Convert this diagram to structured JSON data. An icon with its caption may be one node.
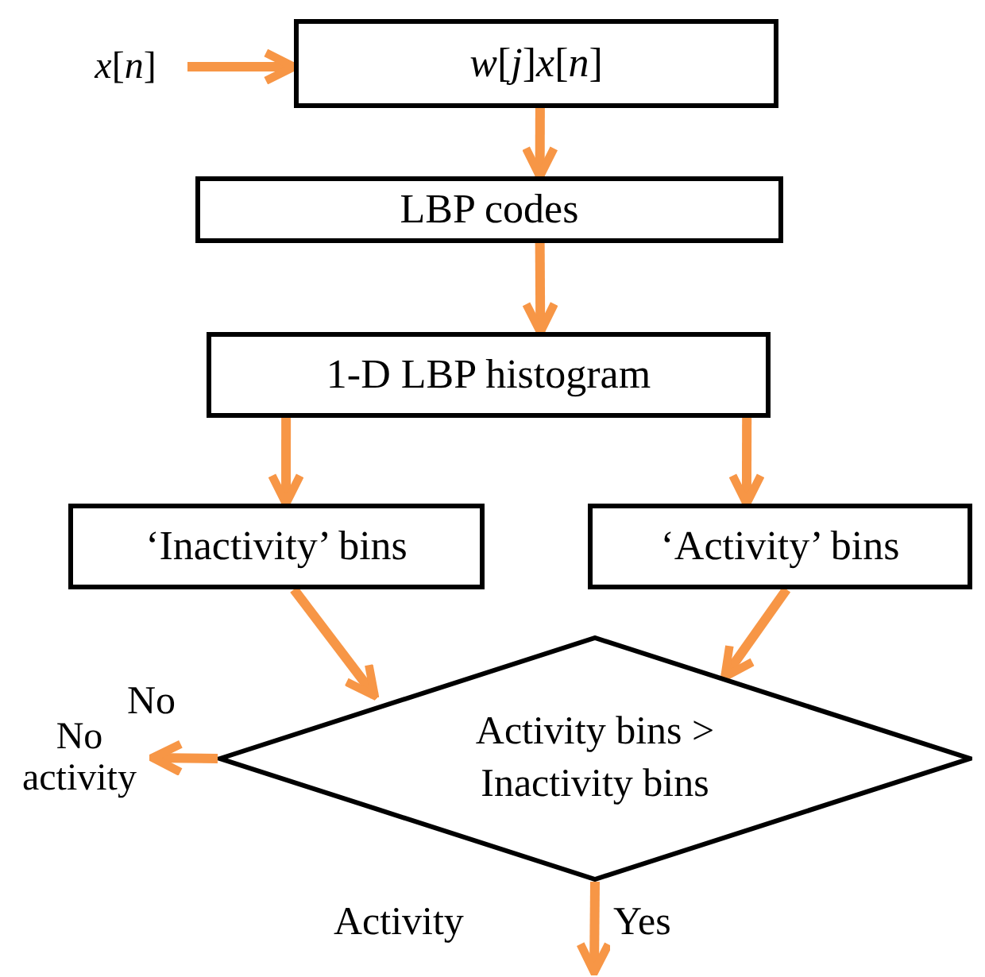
{
  "diagram": {
    "nodes": [
      {
        "text": [
          "*x*[*n*]"
        ]
      },
      {
        "text": [
          "*w*[*j*]*x*[*n*]"
        ]
      },
      {
        "text": [
          "LBP codes"
        ]
      },
      {
        "text": [
          "1-D LBP histogram"
        ]
      },
      {
        "text": [
          "‘Inactivity’ bins"
        ]
      },
      {
        "text": [
          "‘Activity’ bins"
        ]
      },
      {
        "text": [
          "Activity bins > Inactivity bins"
        ]
      },
      {
        "text": [
          "No activity"
        ]
      }
    ],
    "edges": [
      {
        "from": 0,
        "to": 1,
        "arrow": "to"
      },
      {
        "from": 1,
        "to": 2,
        "arrow": "to"
      },
      {
        "from": 2,
        "to": 3,
        "arrow": "to"
      },
      {
        "from": 3,
        "to": 4,
        "arrow": "to"
      },
      {
        "from": 3,
        "to": 5,
        "arrow": "to"
      },
      {
        "from": 4,
        "to": 6,
        "arrow": "to"
      },
      {
        "from": 5,
        "to": 6,
        "arrow": "to"
      },
      {
        "from": 6,
        "to": 7,
        "arrow": "to",
        "label": "No"
      },
      {
        "from": 6,
        "to": null,
        "arrow": "to",
        "label": "Yes"
      }
    ],
    "labels": [
      "Activity"
    ]
  }
}
